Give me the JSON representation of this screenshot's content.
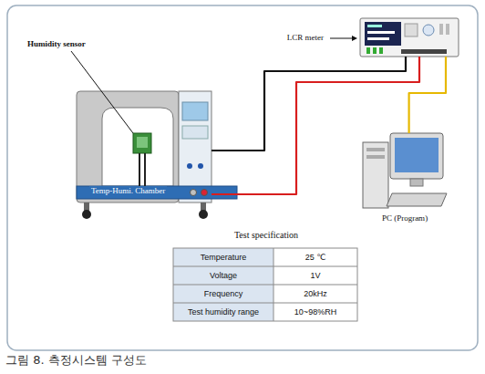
{
  "diagram": {
    "caption": "그림 8. 측정시스템 구성도",
    "nodes": [
      {
        "text": [
          "Temp-Humi. Chamber"
        ]
      },
      {
        "text": [
          "LCR meter"
        ]
      },
      {
        "text": [
          "PC (Program)"
        ]
      }
    ],
    "edges": [
      {
        "from": 0,
        "to": 1,
        "arrow": "none"
      },
      {
        "from": 0,
        "to": 1,
        "arrow": "none"
      },
      {
        "from": 1,
        "to": 2,
        "arrow": "none"
      }
    ],
    "labels": [
      "Humidity sensor",
      "Test specification",
      "Temperature",
      "25 ℃",
      "Voltage",
      "1V",
      "Frequency",
      "20kHz",
      "Test humidity range",
      "10~98%RH"
    ]
  }
}
